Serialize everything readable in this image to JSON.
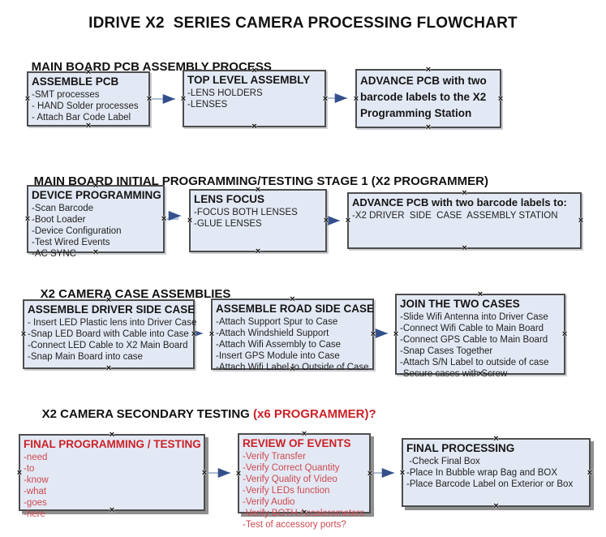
{
  "title": "IDRIVE X2  SERIES CAMERA PROCESSING FLOWCHART",
  "handle_glyph": "×",
  "colors": {
    "box_fill": "#e3e9f4",
    "box_border": "#4d4d4d",
    "connector_line": "#a3b6d0",
    "arrowhead": "#33508c",
    "red_heading": "#cc2127",
    "red_list": "#cd4a50"
  },
  "sections": [
    {
      "heading": "MAIN BOARD PCB ASSEMBLY PROCESS",
      "boxes": [
        {
          "title": "ASSEMBLE PCB",
          "items": [
            "-SMT processes",
            "- HAND Solder processes",
            "- Attach Bar Code Label"
          ]
        },
        {
          "title": "TOP LEVEL ASSEMBLY",
          "items": [
            "-LENS HOLDERS",
            "-LENSES"
          ]
        },
        {
          "title": "ADVANCE PCB with two barcode labels to the X2 Programming Station",
          "items": []
        }
      ]
    },
    {
      "heading": "MAIN BOARD INITIAL PROGRAMMING/TESTING STAGE 1 (X2 PROGRAMMER)",
      "boxes": [
        {
          "title": "DEVICE PROGRAMMING",
          "items": [
            "-Scan Barcode",
            "-Boot Loader",
            "-Device Configuration",
            "-Test Wired Events",
            "-AC SYNC"
          ]
        },
        {
          "title": "LENS FOCUS",
          "items": [
            "-FOCUS BOTH LENSES",
            "-GLUE LENSES"
          ]
        },
        {
          "title": "ADVANCE PCB with two barcode labels to:",
          "items": [
            "-X2 DRIVER  SIDE  CASE  ASSEMBLY STATION"
          ]
        }
      ]
    },
    {
      "heading": "X2 CAMERA CASE ASSEMBLIES",
      "boxes": [
        {
          "title": "ASSEMBLE DRIVER SIDE CASE",
          "items": [
            "- Insert LED Plastic lens into Driver Case",
            "-Snap LED Board with Cable into Case",
            "-Connect LED Cable to X2 Main Board",
            "-Snap Main Board into case"
          ]
        },
        {
          "title": "ASSEMBLE ROAD SIDE CASE",
          "items": [
            "-Attach Support Spur to Case",
            "-Attach Windshield Support",
            "-Attach Wifi Assembly to Case",
            "-Insert GPS Module into Case",
            "-Attach Wifi Label to Outside of Case"
          ]
        },
        {
          "title": "JOIN THE TWO CASES",
          "items": [
            "-Slide Wifi Antenna into Driver Case",
            "-Connect Wifi Cable to Main Board",
            "-Connect GPS Cable to Main Board",
            "-Snap Cases Together",
            "-Attach S/N Label to outside of case",
            "-Secure cases with Screw"
          ]
        }
      ]
    },
    {
      "heading": "X2 CAMERA SECONDARY TESTING ",
      "heading_suffix": "(x6 PROGRAMMER)?",
      "boxes": [
        {
          "title": "FINAL PROGRAMMING / TESTING",
          "items": [
            "-need",
            "-to",
            "-know",
            "-what",
            "-goes",
            "-here"
          ]
        },
        {
          "title": "REVIEW OF EVENTS",
          "items": [
            "-Verify Transfer",
            "-Verify Correct Quantity",
            "-Verify Quality of Video",
            "-Verify LEDs function",
            "-Verify Audio",
            "-Verify BOTH Accelerometers",
            "-Test of accessory ports?"
          ]
        },
        {
          "title": "FINAL PROCESSING",
          "items": [
            " -Check Final Box",
            "-Place In Bubble wrap Bag and BOX",
            "-Place Barcode Label on Exterior or Box"
          ]
        }
      ]
    }
  ]
}
